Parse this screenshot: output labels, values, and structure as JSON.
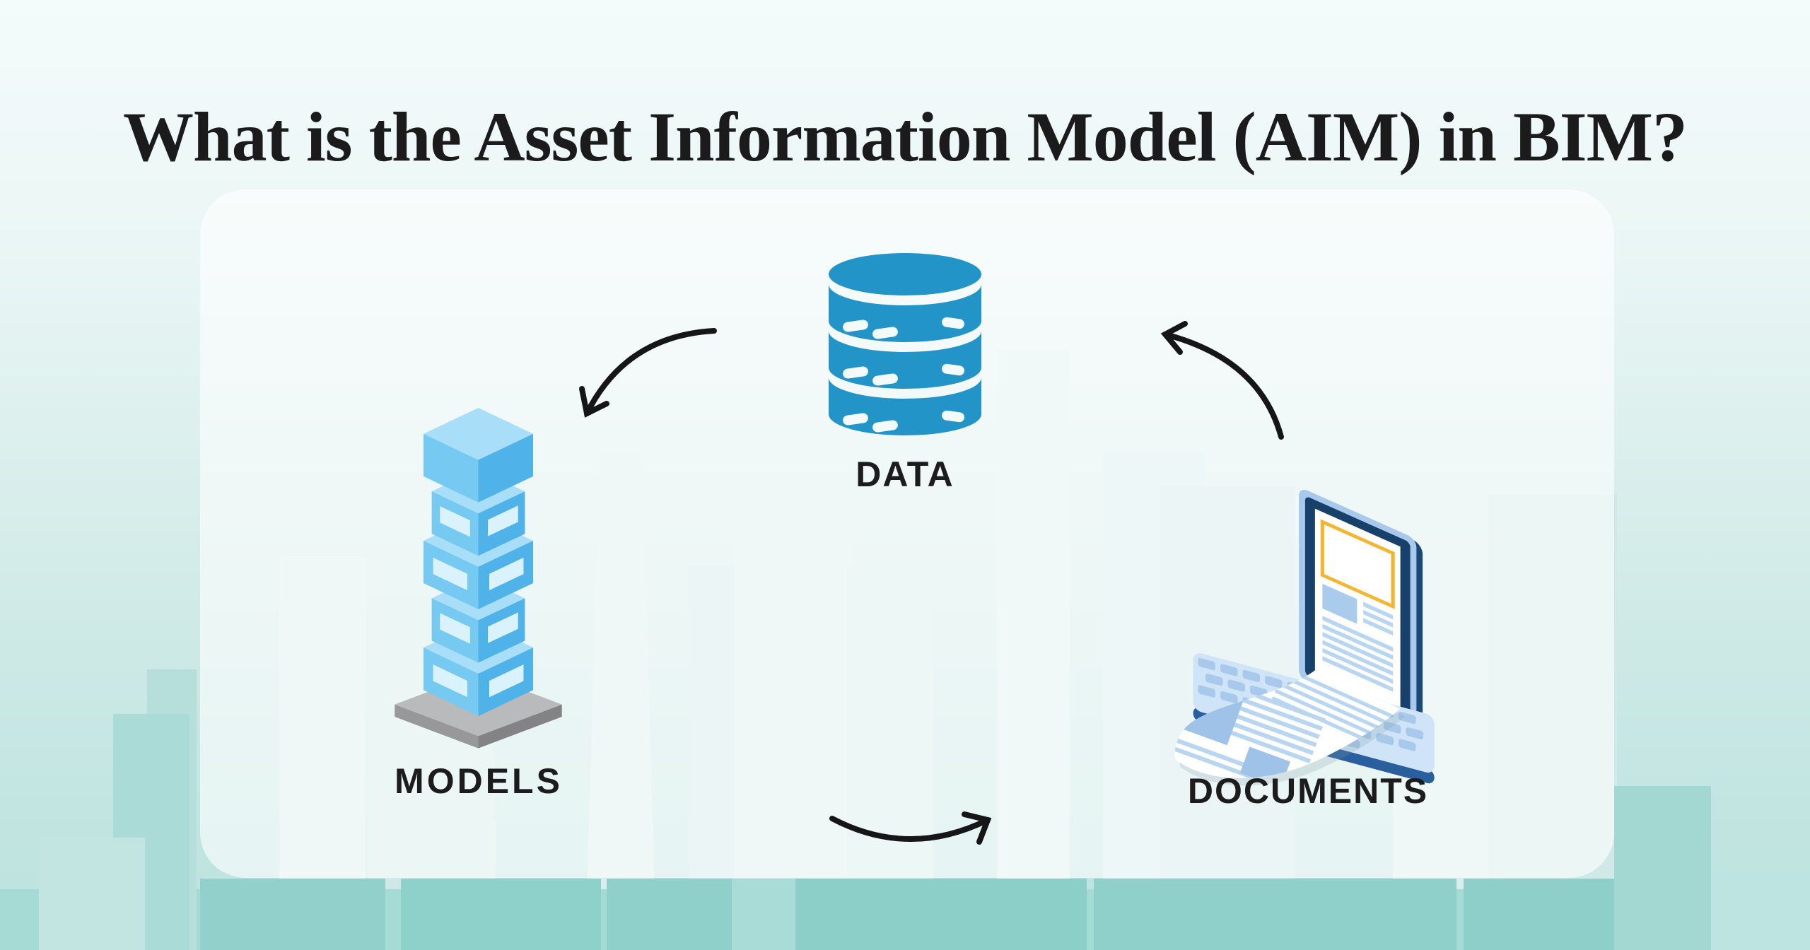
{
  "header": {
    "title": "What is the Asset Information Model (AIM) in BIM?"
  },
  "diagram": {
    "nodes": [
      {
        "id": "data",
        "label": "DATA",
        "icon": "database-icon"
      },
      {
        "id": "models",
        "label": "MODELS",
        "icon": "building-model-icon"
      },
      {
        "id": "documents",
        "label": "DOCUMENTS",
        "icon": "laptop-documents-icon"
      }
    ],
    "connections": [
      {
        "from": "DATA",
        "to": "MODELS"
      },
      {
        "from": "MODELS",
        "to": "DOCUMENTS"
      },
      {
        "from": "DOCUMENTS",
        "to": "DATA"
      }
    ]
  },
  "colors": {
    "database_blue": "#2394c8",
    "building_blue_light": "#76c9f1",
    "building_blue_dark": "#4fb3e9",
    "building_blue_top": "#a8def7",
    "window_blue": "#d9f2fb",
    "platform_gray": "#b9babc",
    "laptop_navy": "#17406b",
    "laptop_frame_blue": "#a9c9ec",
    "laptop_body_blue": "#cfe4f7",
    "document_line_blue": "#b9d6f0",
    "document_block_blue": "#9fc3e8",
    "document_accent_yellow": "#f2b632",
    "arrow_black": "#161616",
    "background_teal": "#bce2de",
    "card_white": "#ffffff"
  }
}
